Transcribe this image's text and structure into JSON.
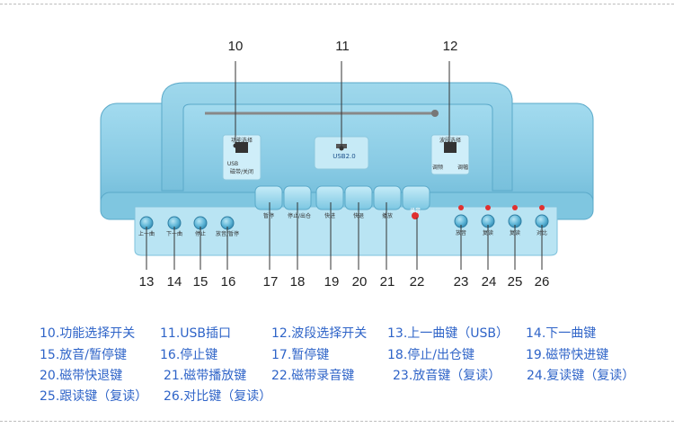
{
  "device_labels": {
    "function_switch": {
      "title": "功能选择",
      "options": "USB",
      "sub": "磁带/关闭"
    },
    "usb_port": "USB2.0",
    "band_switch": {
      "title": "波段选择",
      "left": "调频",
      "right": "调幅"
    },
    "top_buttons": [
      "暂停",
      "停止/出仓",
      "快进",
      "快退",
      "播放",
      "录音"
    ],
    "bottom_left_buttons": [
      "上一曲",
      "下一曲",
      "停止",
      "放音/暂停"
    ],
    "bottom_right_buttons": [
      "放音",
      "复读",
      "复读",
      "对比"
    ]
  },
  "callouts": {
    "top": [
      "10",
      "11",
      "12"
    ],
    "bottom": [
      "13",
      "14",
      "15",
      "16",
      "17",
      "18",
      "19",
      "20",
      "21",
      "22",
      "23",
      "24",
      "25",
      "26"
    ]
  },
  "legend": [
    [
      "10.功能选择开关",
      "11.USB插口",
      "12.波段选择开关",
      "13.上一曲键（USB）",
      "14.下一曲键"
    ],
    [
      "15.放音/暂停键",
      "16.停止键",
      "17.暂停键",
      "18.停止/出仓键",
      "19.磁带快进键"
    ],
    [
      "20.磁带快退键",
      "21.磁带播放键",
      "22.磁带录音键",
      "23.放音键（复读）",
      "24.复读键（复读）"
    ],
    [
      "25.跟读键（复读）",
      "26.对比键（复读）"
    ]
  ],
  "colors": {
    "body": "#8fd0e8",
    "body_dark": "#5fb3d2",
    "panel": "#a9dcee",
    "button": "#6cc0de",
    "record_dot": "#e03030",
    "legend_text": "#2f64c8"
  }
}
